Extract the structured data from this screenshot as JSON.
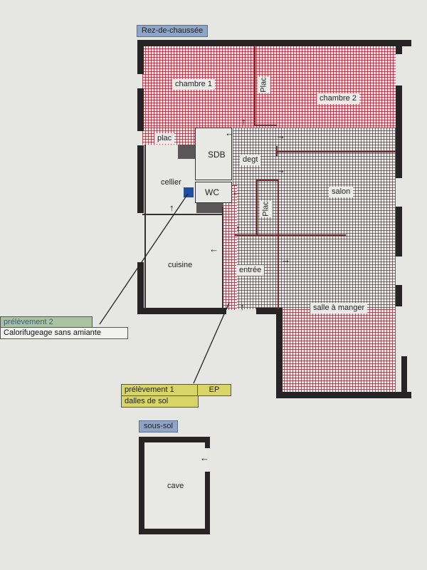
{
  "floors": {
    "ground": {
      "label": "Rez-de-chaussée"
    },
    "basement": {
      "label": "sous-sol"
    }
  },
  "rooms": {
    "chambre1": "chambre 1",
    "chambre2": "chambre 2",
    "plac_top": "Plac",
    "plac_small": "plac",
    "sdb": "SDB",
    "degt": "degt",
    "cellier": "cellier",
    "wc": "WC",
    "plac_mid": "Plac",
    "salon": "salon",
    "cuisine": "cuisine",
    "entree": "entrée",
    "salle_a_manger": "salle à manger",
    "cave": "cave"
  },
  "samples": {
    "s2": {
      "label": "prélèvement 2",
      "description": "Calorifugeage sans amiante"
    },
    "s1": {
      "label": "prélèvement 1",
      "code": "EP",
      "description": "dalles de sol"
    }
  },
  "icons": {
    "arrow_left": "←",
    "arrow_right": "→",
    "arrow_up": "↑"
  },
  "colors": {
    "hatch_red": "#b92837",
    "wall": "#262424",
    "tag_blue": "#8ea5c8",
    "tag_green": "#a9c3a2",
    "tag_yellow": "#d8d568",
    "marker_blue": "#1f4fa0"
  }
}
